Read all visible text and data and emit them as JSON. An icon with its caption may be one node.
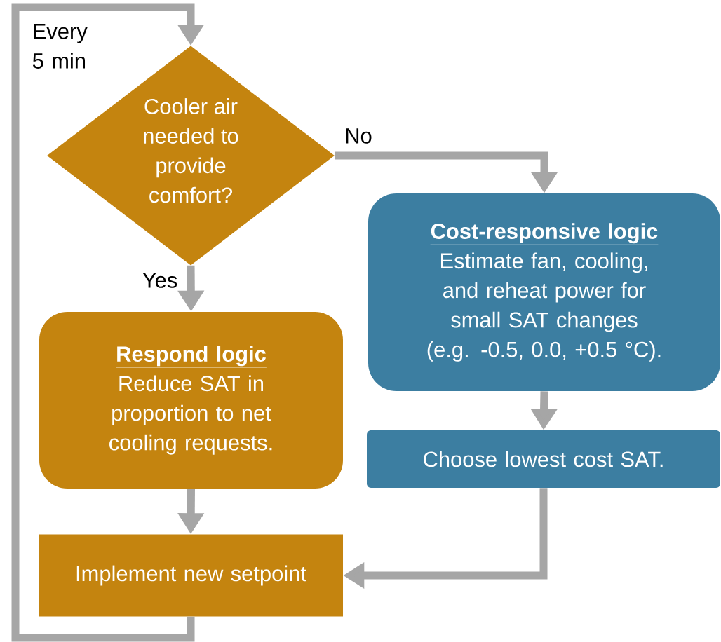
{
  "diagram": {
    "nodes": [
      {
        "text": [
          "Cooler air needed to provide comfort?"
        ]
      },
      {
        "text": [
          "Respond logic",
          "Reduce SAT in proportion to net cooling requests."
        ]
      },
      {
        "text": [
          "Cost-responsive logic",
          "Estimate fan, cooling, and reheat power for small SAT changes (e.g. -0.5, 0.0, +0.5 °C)."
        ]
      },
      {
        "text": [
          "Choose lowest cost SAT."
        ]
      },
      {
        "text": [
          "Implement new setpoint"
        ]
      }
    ],
    "edges": [
      {
        "from": 0,
        "to": 1,
        "arrow": "to",
        "label": "Yes"
      },
      {
        "from": 0,
        "to": 2,
        "arrow": "to",
        "label": "No"
      },
      {
        "from": 2,
        "to": 3,
        "arrow": "to"
      },
      {
        "from": 1,
        "to": 4,
        "arrow": "to"
      },
      {
        "from": 3,
        "to": 4,
        "arrow": "to"
      },
      {
        "from": 4,
        "to": 0,
        "arrow": "to",
        "label": "Every 5 min"
      }
    ]
  }
}
